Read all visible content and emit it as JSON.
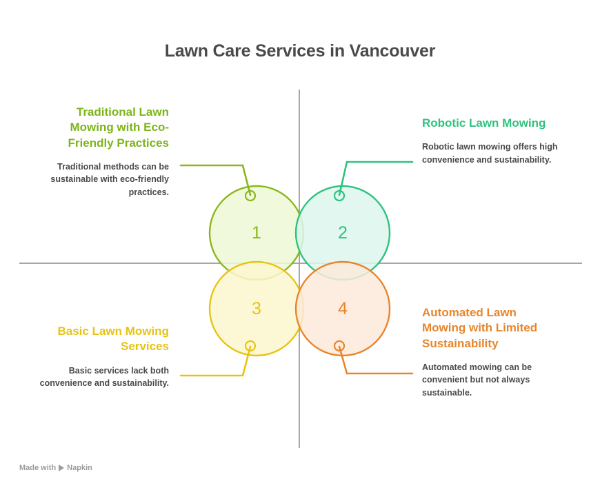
{
  "title": "Lawn Care Services in Vancouver",
  "quadrants": [
    {
      "number": "1",
      "title": "Traditional Lawn Mowing with Eco-Friendly Practices",
      "description": "Traditional methods can be sustainable with eco-friendly practices.",
      "color": "#7cb518",
      "fill": "#eef8d6"
    },
    {
      "number": "2",
      "title": "Robotic Lawn Mowing",
      "description": "Robotic lawn mowing offers high convenience and sustainability.",
      "color": "#2ec27e",
      "fill": "#ddf6ec"
    },
    {
      "number": "3",
      "title": "Basic Lawn Mowing Services",
      "description": "Basic services lack both convenience and sustainability.",
      "color": "#e8c313",
      "fill": "#fcf7cf"
    },
    {
      "number": "4",
      "title": "Automated Lawn Mowing with Limited Sustainability",
      "description": "Automated mowing can be convenient but not always sustainable.",
      "color": "#e8852b",
      "fill": "#fceadb"
    }
  ],
  "footer": {
    "text": "Made with",
    "brand": "Napkin",
    "logo_icon": "play-triangle-icon"
  },
  "axis": {
    "divider_color": "#a6a6a6"
  }
}
